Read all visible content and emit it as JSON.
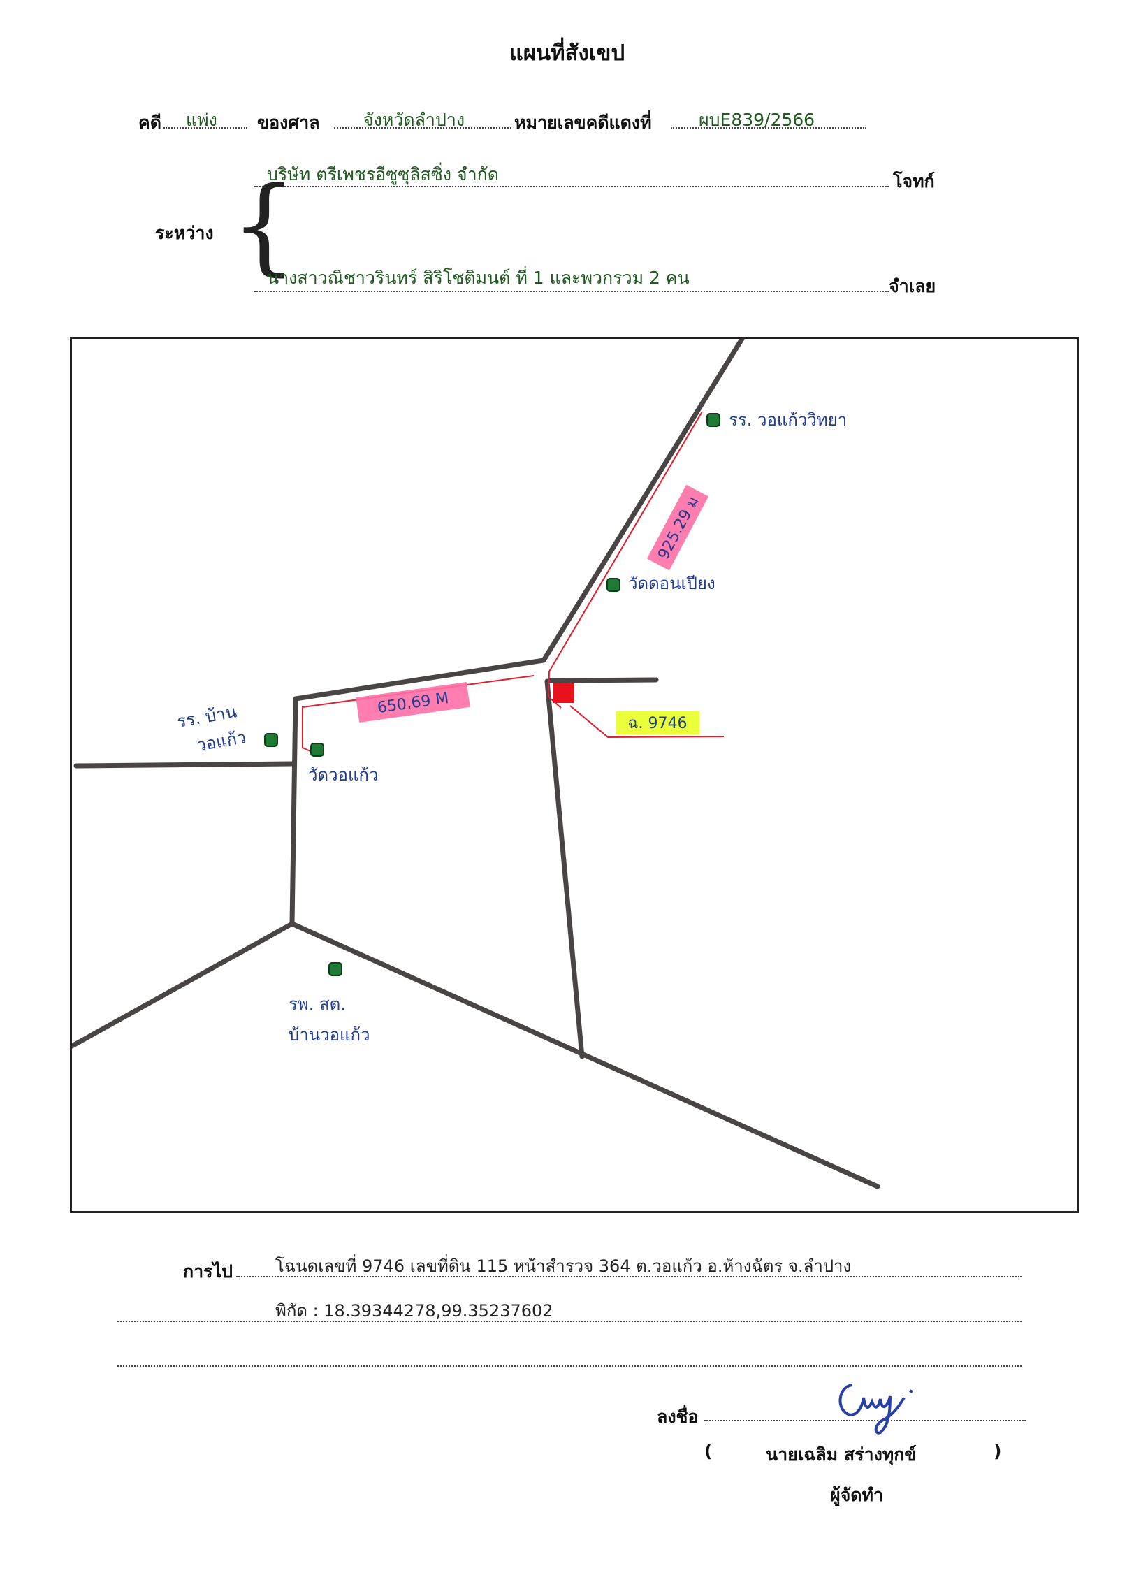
{
  "title": "แผนที่สังเขป",
  "header": {
    "case_label": "คดี",
    "case_type": "แพ่ง",
    "court_label": "ของศาล",
    "court_name": "จังหวัดลำปาง",
    "redcase_label": "หมายเลขคดีแดงที่",
    "redcase_no": "ผบE839/2566"
  },
  "parties": {
    "between_label": "ระหว่าง",
    "plaintiff": "บริษัท ตรีเพชรอีซูซุลิสซิ่ง  จำกัด",
    "plaintiff_label": "โจทก์",
    "defendant": "นางสาวณิชาวรินทร์ สิริโชติมนต์ ที่ 1 และพวกรวม 2 คน",
    "defendant_label": "จำเลย"
  },
  "map": {
    "colors": {
      "road": "#4a4545",
      "route": "#e11d2e",
      "marker": "#1e7a34",
      "label": "#1f3c8f",
      "highlight_pink": "#ff6fa6",
      "highlight_yellow": "#e8ff3a"
    },
    "labels": {
      "school_top": "รร. วอแก้ววิทยา",
      "distance_1": "925.29 ม",
      "temple_donpiang": "วัดดอนเปียง",
      "school_left_line1": "รร. บ้าน",
      "school_left_line2": "วอแก้ว",
      "temple_wokaew": "วัดวอแก้ว",
      "distance_2": "650.69 M",
      "parcel": "ฉ. 9746",
      "hospital_line1": "รพ. สต.",
      "hospital_line2": "บ้านวอแก้ว"
    }
  },
  "directions": {
    "label": "การไป",
    "line1": "โฉนดเลขที่ 9746 เลขที่ดิน 115 หน้าสำรวจ 364  ต.วอแก้ว  อ.ห้างฉัตร  จ.ลำปาง",
    "line2": "พิกัด :  18.39344278,99.35237602"
  },
  "signature": {
    "sign_label": "ลงชื่อ",
    "open_paren": "(",
    "name": "นายเฉลิม  สร่างทุกข์",
    "close_paren": ")",
    "role": "ผู้จัดทำ"
  }
}
